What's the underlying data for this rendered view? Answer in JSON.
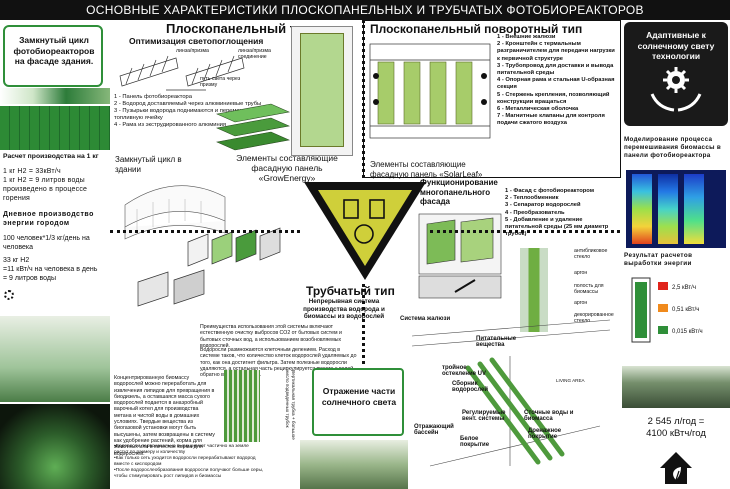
{
  "title": "ОСНОВНЫЕ ХАРАКТЕРИСТИКИ ПЛОСКОПАНЕЛЬНЫХ И ТРУБЧАТЫХ ФОТОБИОРЕАКТОРОВ",
  "left": {
    "closed_cycle": "Замкнутый цикл фотобиореакторов на фасаде здания.",
    "calc_title": "Расчет производства на 1 кг",
    "calc_lines": "1 кг H2 = 33кВт/ч\n1 кг H2 = 9 литров воды\nпроизведено в процессе горения",
    "daily_title": "Дневное производство энергии городом",
    "people": "100 человек*1/3 кг/день на человека",
    "result": "33 кг H2\n=11 кВт/ч на человека в день\n= 9 литров воды"
  },
  "flat": {
    "title": "Плоскопанельный тип",
    "optimization": "Оптимизация светопоглощения",
    "prism_label_1": "линза/призма",
    "prism_label_2": "линза/призма соединение",
    "light_path": "путь света через призму",
    "list": "1 - Панель фотобиореактора\n2 - Водород доставляемый через алюминиевые трубы\n3 - Пузырьки водорода поднимаются и перемещаются в топливную ячейку\n4 - Рама из экструдированного алюминия",
    "closed_cycle_building": "Замкнутый цикл в здании",
    "growenergy": "Элементы составляющие фасадную панель «GrowEnergy»"
  },
  "rotary": {
    "title": "Плоскопанельный поворотный тип",
    "list": "1 - Внешние жалюзи\n2 - Кронштейн с термальным разграничителем для передачи нагрузки к первичной структуре\n3 - Трубопровод для доставки и вывода питательной среды\n4 - Опорная рама и стальная U-образная секция\n5 - Стержень крепления, позволяющий конструкции вращаться\n6 - Металлическая оболочка\n7 - Магнитные клапаны для контроля подачи сжатого воздуха",
    "solarleaf": "Элементы составляющие фасадную панель «SolarLeaf»"
  },
  "facade": {
    "title": "Функционирование многопанельного фасада",
    "list": "1 - Фасад с фотобиореактором\n2 - Теплообменник\n3 - Сепаратор водорослей\n4 - Преобразователь\n5 - Добавление и удаление питательной среды (25 мм диаметр трубок)",
    "antiblik": "антибликовое стекло",
    "argon": "аргон",
    "biomass_cavity": "полость для биомассы",
    "decor_glass": "декорированное стекло"
  },
  "tube": {
    "title": "Трубчатый тип",
    "continuous": "Непрерывная система производства водорода и биомассы из водорослей",
    "advantages": "Преимущества использования этой системы включают естественную очистку выбросов CO2 от бытовых систем и бытовых сточных вод, а использованием возобновляемых водорослей.",
    "algae": "Водоросли размножаются клеточным делением. Расход в системе таков, что количество клеток водорослей удаляемых до того, как она достигнет фильтра. Затем полезные водоросли удаляются, а остальная часть рециркулируется вместе с водой обратно в систему роста.",
    "concentrated": "Концентрированную биомассу водорослей можно переработать для извлечения липидов для превращения в биодизель, а оставшаяся масса сухого водорослей подается в анаэробный варочный котел для производства метана и чистой воды в домашних условиях. Твердые вещества из биогазовой установки могут быть высушены, затем возвращены в систему как удобрение растений, корма для животных или в качестве корма для водорослей.",
    "notes": "•Водоросли первоначально выращивают частично на земле растут по размеру и количеству\n•Как только сеть уходится водоросли перерабатывают водород вместе с кислородом\n•После водорослеобразования водоросли получают больше серы, чтобы стимулировать рост липидов и биомассы",
    "vertical": "Вертикальная трубка + большое число подведенных трубок"
  },
  "reflection": "Отражение части солнечного света",
  "system": {
    "blinds": "Система жалюзи",
    "nutrients": "Питательные вещества",
    "triple_glazing": "тройное остекление UV",
    "collector": "Сборник водорослей",
    "regulated": "Регулируемые вент. системы",
    "wastewater": "Сточные воды и биомасса",
    "drainage": "Дренажное покрытие",
    "reflecting_pool": "Отражающий бассейн",
    "white_cover": "Белое покрытие",
    "living_area": "LIVING AREA"
  },
  "right": {
    "adaptive": "Адаптивные к солнечному свету технологии",
    "modeling": "Моделирование процесса перемешивания биомассы в панели фотобиореактора",
    "results": "Результат расчетов выработки энергии",
    "liters": "2 545 л/год =",
    "kwh": "4100 кВтч/год"
  },
  "chart_bars": [
    {
      "color": "#e0241b",
      "label": "2,5 кВт/ч"
    },
    {
      "color": "#f08a1c",
      "label": "0,51 кВт/ч"
    },
    {
      "color": "#2f8f39",
      "label": "0,015 кВт/ч"
    }
  ],
  "colors": {
    "accent_green": "#2f8f39",
    "olive": "#6b7a2a",
    "dark": "#222222"
  }
}
